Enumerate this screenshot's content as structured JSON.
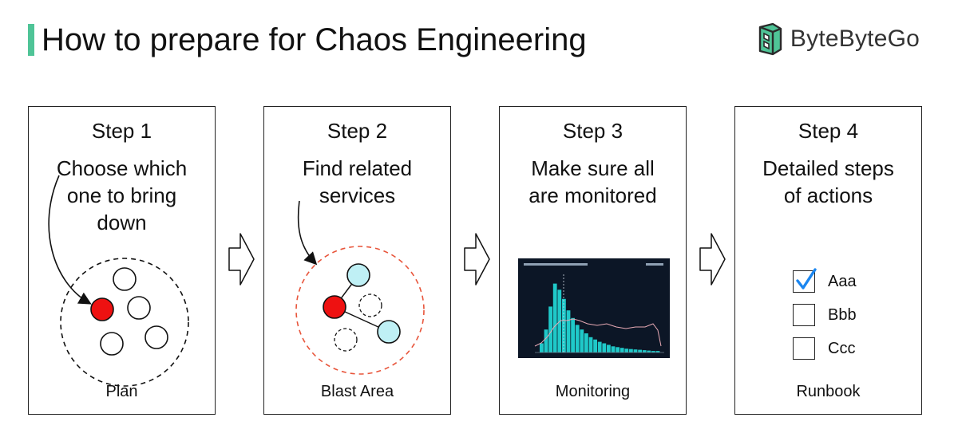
{
  "header": {
    "title": "How to prepare for Chaos Engineering",
    "brand": "ByteByteGo",
    "accent_color": "#4fc497"
  },
  "steps": [
    {
      "title": "Step 1",
      "lines": [
        "Choose which",
        "one to bring",
        "down"
      ],
      "caption": "Plan"
    },
    {
      "title": "Step 2",
      "lines": [
        "Find related",
        "services"
      ],
      "caption": "Blast Area"
    },
    {
      "title": "Step 3",
      "lines": [
        "Make sure all",
        "are monitored"
      ],
      "caption": "Monitoring"
    },
    {
      "title": "Step 4",
      "lines": [
        "Detailed steps",
        "of actions"
      ],
      "caption": "Runbook"
    }
  ],
  "runbook": {
    "items": [
      {
        "label": "Aaa",
        "checked": true
      },
      {
        "label": "Bbb",
        "checked": false
      },
      {
        "label": "Ccc",
        "checked": false
      }
    ]
  },
  "colors": {
    "target_node": "#ee1111",
    "related_node": "#bff0f5",
    "blast_border": "#e8553b",
    "check": "#1a86f0",
    "chart_bar": "#1fc9c9",
    "chart_bg": "#0c1626"
  }
}
